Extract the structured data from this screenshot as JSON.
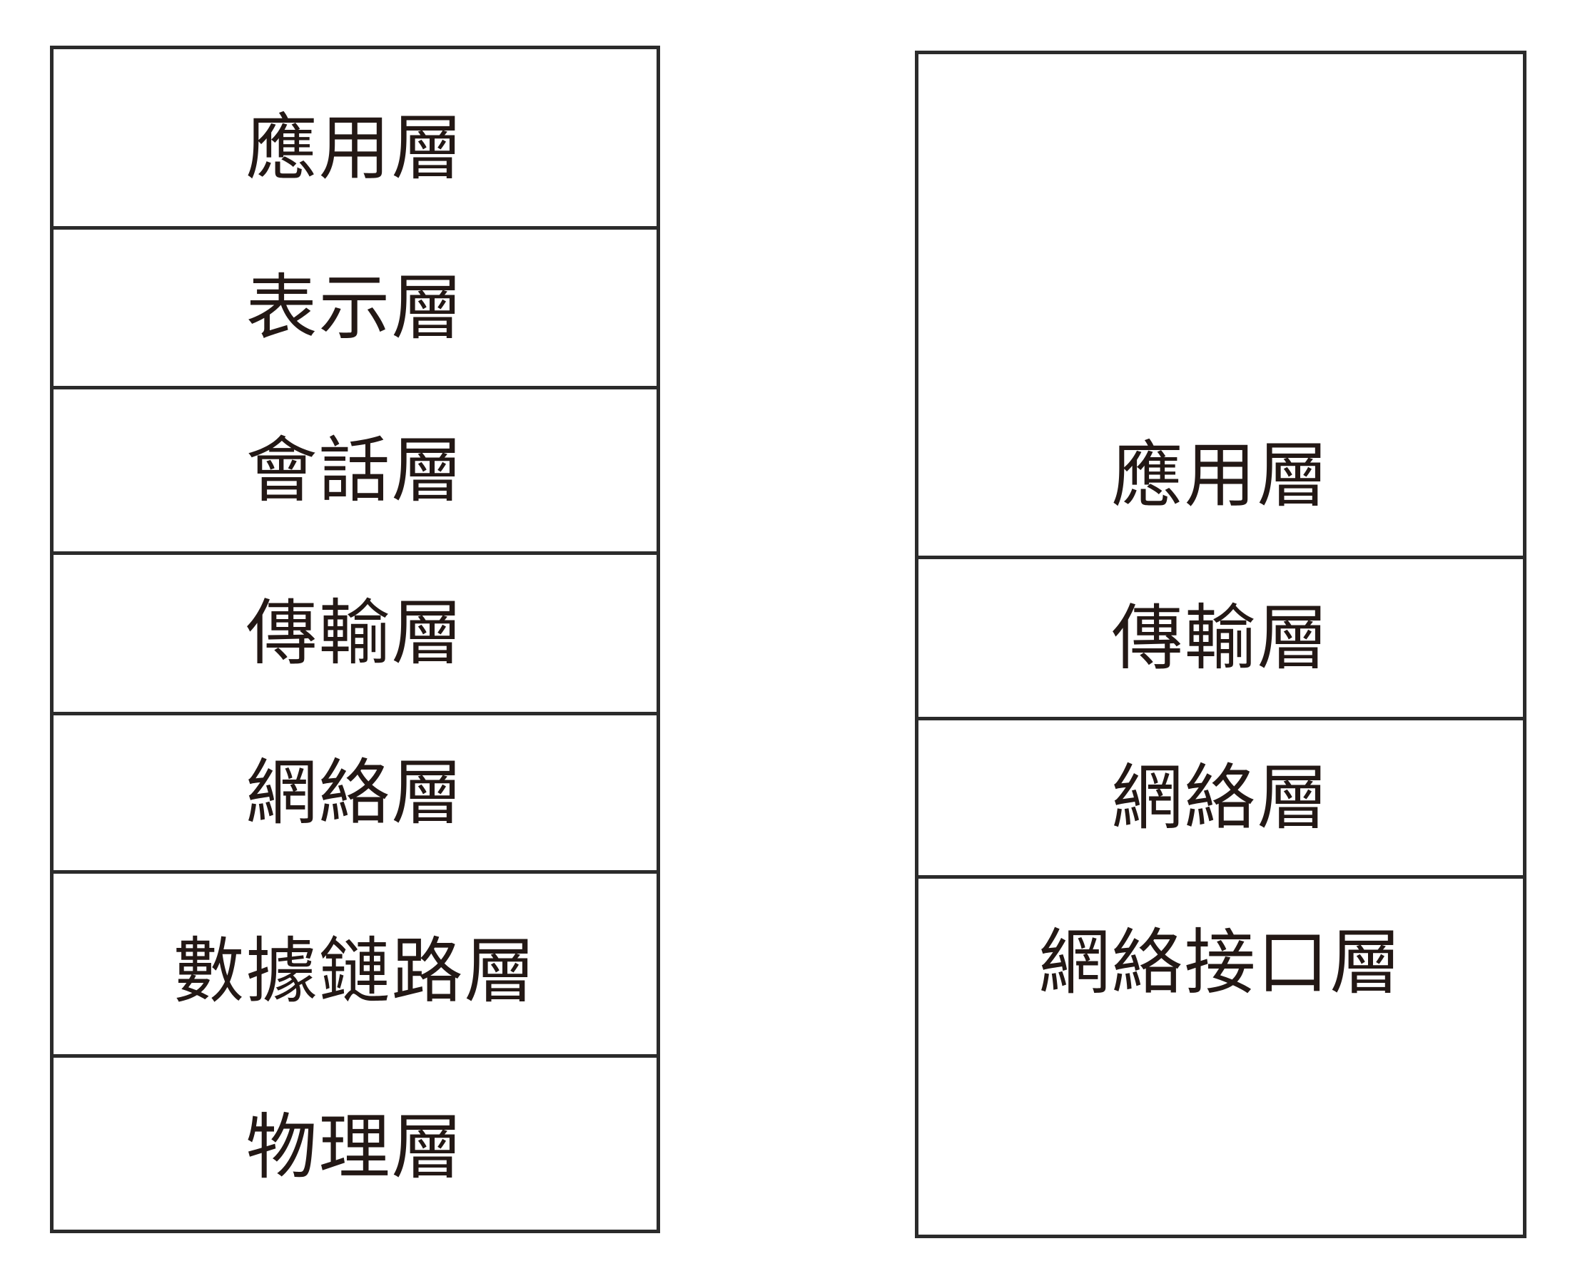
{
  "osi_model": {
    "layers": [
      "應用層",
      "表示層",
      "會話層",
      "傳輸層",
      "網絡層",
      "數據鏈路層",
      "物理層"
    ]
  },
  "tcpip_model": {
    "layers": [
      "應用層",
      "傳輸層",
      "網絡層",
      "網絡接口層"
    ]
  },
  "colors": {
    "border": "#2b2b2b",
    "text": "#231815",
    "background": "#ffffff"
  }
}
